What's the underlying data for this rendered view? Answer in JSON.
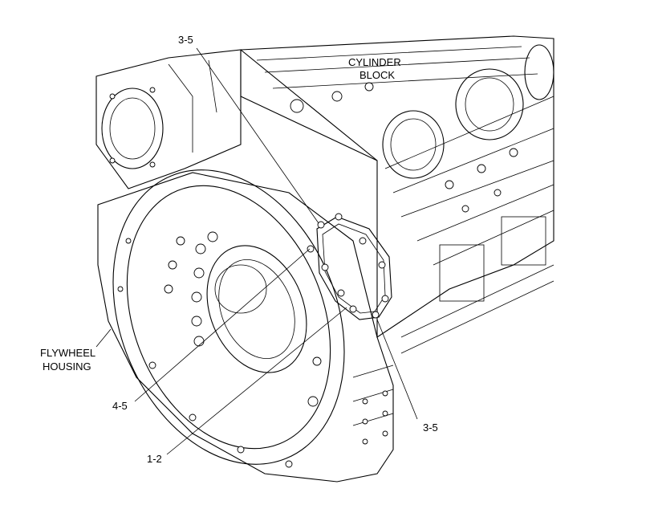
{
  "labels": {
    "cylinder_block_line1": "CYLINDER",
    "cylinder_block_line2": "BLOCK",
    "flywheel_housing_line1": "FLYWHEEL",
    "flywheel_housing_line2": "HOUSING",
    "callout_top": "3-5",
    "callout_right": "3-5",
    "callout_left": "4-5",
    "callout_bottom": "1-2"
  }
}
